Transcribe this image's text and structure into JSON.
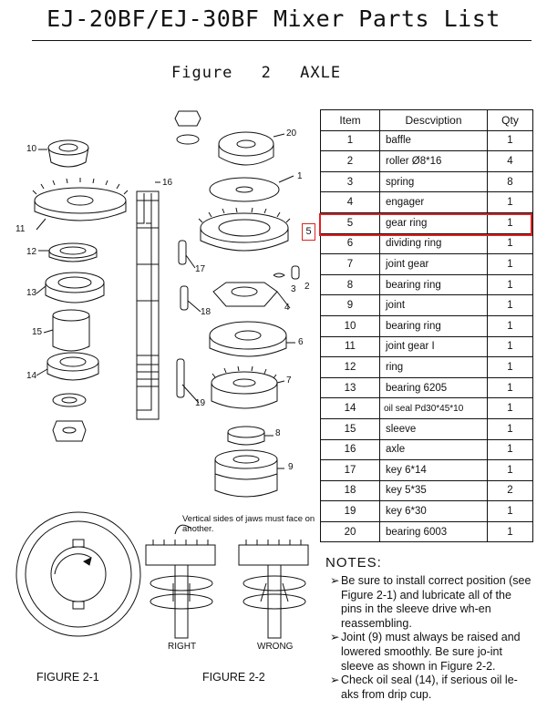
{
  "title": "EJ-20BF/EJ-30BF  Mixer Parts List",
  "subtitle": "Figure 2 AXLE",
  "callout": "5",
  "table": {
    "headers": [
      "Item",
      "Descviption",
      "Qty"
    ],
    "rows": [
      {
        "item": "1",
        "desc": "baffle",
        "qty": "1"
      },
      {
        "item": "2",
        "desc": "roller Ø8*16",
        "qty": "4"
      },
      {
        "item": "3",
        "desc": "spring",
        "qty": "8"
      },
      {
        "item": "4",
        "desc": "engager",
        "qty": "1"
      },
      {
        "item": "5",
        "desc": "gear ring",
        "qty": "1"
      },
      {
        "item": "6",
        "desc": "dividing ring",
        "qty": "1"
      },
      {
        "item": "7",
        "desc": "joint gear",
        "qty": "1"
      },
      {
        "item": "8",
        "desc": "bearing ring",
        "qty": "1"
      },
      {
        "item": "9",
        "desc": "joint",
        "qty": "1"
      },
      {
        "item": "10",
        "desc": "bearing ring",
        "qty": "1"
      },
      {
        "item": "11",
        "desc": "joint gear  I",
        "qty": "1"
      },
      {
        "item": "12",
        "desc": "ring",
        "qty": "1"
      },
      {
        "item": "13",
        "desc": "bearing 6205",
        "qty": "1"
      },
      {
        "item": "14",
        "desc": "oil seal Pd30*45*10",
        "qty": "1"
      },
      {
        "item": "15",
        "desc": "sleeve",
        "qty": "1"
      },
      {
        "item": "16",
        "desc": "axle",
        "qty": "1"
      },
      {
        "item": "17",
        "desc": "key 6*14",
        "qty": "1"
      },
      {
        "item": "18",
        "desc": "key 5*35",
        "qty": "2"
      },
      {
        "item": "19",
        "desc": "key 6*30",
        "qty": "1"
      },
      {
        "item": "20",
        "desc": "bearing 6003",
        "qty": "1"
      }
    ]
  },
  "notes": {
    "title": "NOTES:",
    "items": [
      "Be sure to install correct position (see Figure 2-1) and lubricate all of the pins in the sleeve drive wh-en reassembling.",
      "Joint (9) must always be raised and lowered smoothly. Be sure jo-int sleeve as shown in Figure 2-2.",
      "Check oil seal (14), if serious oil le-aks from drip cup."
    ]
  },
  "figures": {
    "fig1": "FIGURE 2-1",
    "fig2": "FIGURE 2-2",
    "right": "RIGHT",
    "wrong": "WRONG",
    "jaws_note": "Vertical sides of jaws must face on another."
  },
  "part_labels": [
    "10",
    "11",
    "12",
    "13",
    "15",
    "14",
    "16",
    "17",
    "18",
    "19",
    "20",
    "1",
    "5",
    "3",
    "2",
    "4",
    "6",
    "7",
    "8",
    "9"
  ]
}
